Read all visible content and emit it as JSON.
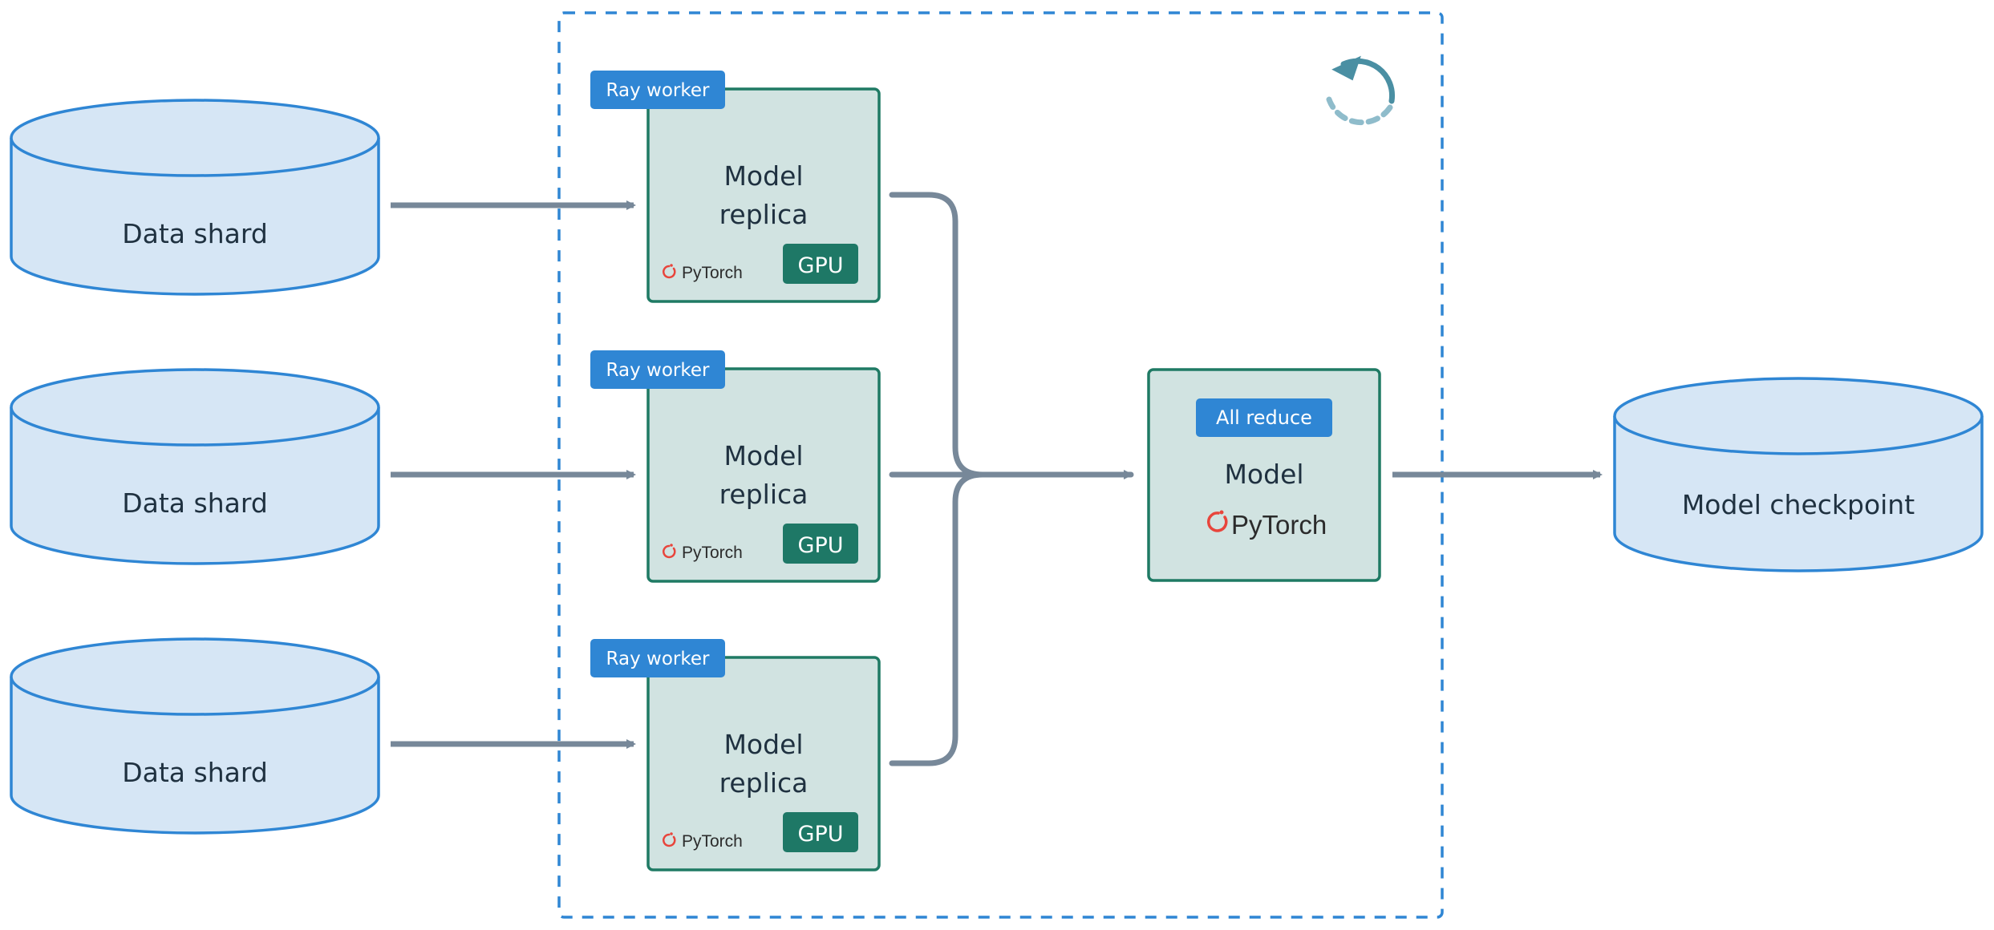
{
  "colors": {
    "cylinder_fill": "#d6e6f5",
    "cylinder_stroke": "#2f86d4",
    "box_fill": "#d1e3e1",
    "box_stroke": "#1f7a64",
    "badge_blue": "#2f86d4",
    "gpu_green": "#1e7866",
    "arrow_gray": "#778899",
    "dashed_border": "#2f86d4",
    "pytorch_red": "#e8453c",
    "cycle_teal": "#4a8fa3"
  },
  "data_shards": [
    {
      "label": "Data shard"
    },
    {
      "label": "Data shard"
    },
    {
      "label": "Data shard"
    }
  ],
  "workers": [
    {
      "badge": "Ray worker",
      "line1": "Model",
      "line2": "replica",
      "framework": "PyTorch",
      "device": "GPU"
    },
    {
      "badge": "Ray worker",
      "line1": "Model",
      "line2": "replica",
      "framework": "PyTorch",
      "device": "GPU"
    },
    {
      "badge": "Ray worker",
      "line1": "Model",
      "line2": "replica",
      "framework": "PyTorch",
      "device": "GPU"
    }
  ],
  "aggregator": {
    "badge": "All reduce",
    "title": "Model",
    "framework": "PyTorch"
  },
  "output": {
    "label": "Model checkpoint"
  },
  "icons": {
    "cycle": "refresh-cycle-icon",
    "pytorch": "pytorch-flame-icon"
  }
}
